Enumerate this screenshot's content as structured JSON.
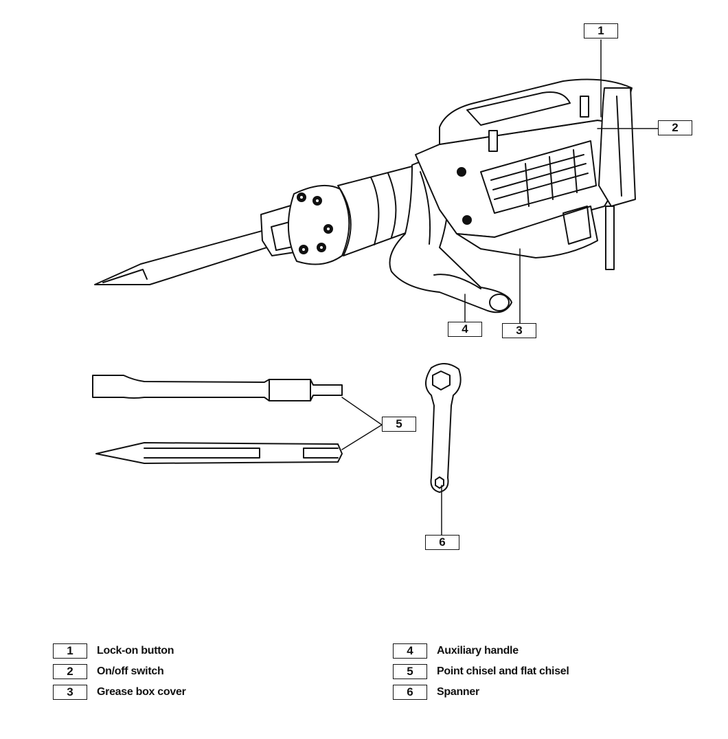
{
  "callouts": [
    {
      "num": "1"
    },
    {
      "num": "2"
    },
    {
      "num": "3"
    },
    {
      "num": "4"
    },
    {
      "num": "5"
    },
    {
      "num": "6"
    }
  ],
  "legend": [
    {
      "num": "1",
      "label": "Lock-on button"
    },
    {
      "num": "2",
      "label": "On/off switch"
    },
    {
      "num": "3",
      "label": "Grease box cover"
    },
    {
      "num": "4",
      "label": "Auxiliary handle"
    },
    {
      "num": "5",
      "label": "Point chisel and flat chisel"
    },
    {
      "num": "6",
      "label": "Spanner"
    }
  ]
}
